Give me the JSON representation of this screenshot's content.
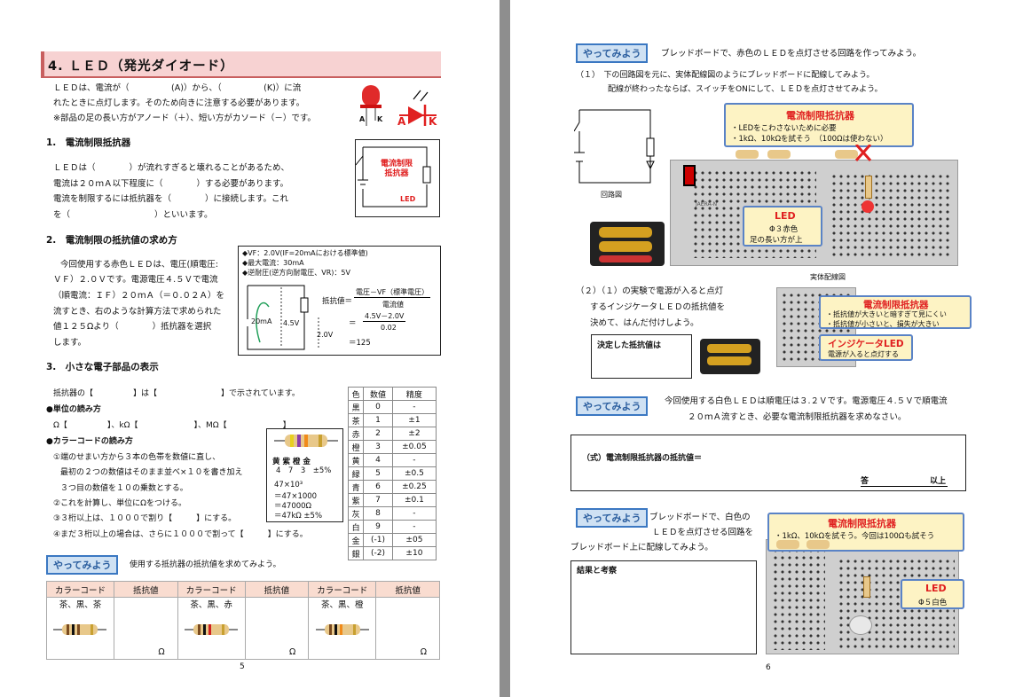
{
  "left": {
    "section_title": "4. ＬＥＤ（発光ダイオード）",
    "intro": [
      "ＬＥＤは、電流が（　　　　　(A)）から、（　　　　　(K)）に流",
      "れたときに点灯します。そのため向きに注意する必要があります。",
      "※部品の足の長い方がアノード（＋）、短い方がカソード（－）です。"
    ],
    "led_labels": {
      "a": "A",
      "k": "K"
    },
    "sub1_title": "1.　電流制限抵抗器",
    "sub1_text": [
      "ＬＥＤは（　　　　）が流れすぎると壊れることがあるため、",
      "電流は２０ｍＡ以下程度に（　　　　）する必要があります。",
      "電流を制限するには抵抗器を（　　　　）に接続します。これ",
      "を（　　　　　　　　　　）といいます。"
    ],
    "circuit_label": "電流制限\n抵抗器",
    "circuit_led": "LED",
    "sub2_title": "2.　電流制限の抵抗値の求め方",
    "sub2_text": [
      "今回使用する赤色ＬＥＤは、電圧(順電圧:",
      "ＶＦ）２.０Ｖです。電源電圧４.５Ｖで電流",
      "（順電流：ＩＦ）２０ｍＡ（＝０.０２Ａ）を",
      "流すとき、右のような計算方法で求められた",
      "値１２５Ωより（　　　　）抵抗器を選択",
      "します。"
    ],
    "calc_specs": [
      "◆VF：2.0V(IF=20mAにおける標準値)",
      "◆最大電流：30mA",
      "◆逆耐圧(逆方向耐電圧、VR)：5V"
    ],
    "calc_circuit": {
      "current": "20mA",
      "supply": "4.5V",
      "vf": "2.0V"
    },
    "calc_formula": {
      "label": "抵抗値＝",
      "num1": "電圧－VF（標準電圧）",
      "den1": "電流値",
      "eq2": "＝",
      "num2": "4.5V－2.0V",
      "den2": "0.02",
      "eq3": "＝125"
    },
    "sub3_title": "3.　小さな電子部品の表示",
    "sub3_lines": [
      "抵抗器の【　　　　　】は【　　　　　　　　】で示されています。",
      "●単位の読み方",
      "Ω【　　　　　】、kΩ【　　　　　　　】、MΩ【　　　　　　　】",
      "●カラーコードの読み方",
      "①端のせまい方から３本の色帯を数値に直し、",
      "最初の２つの数値はそのまま並べ×１０を書き加え",
      "３つ目の数値を１０の乗数とする。",
      "②これを計算し、単位にΩをつける。",
      "③３桁以上は、１０００で割り【　　　】にする。",
      "④まだ３桁以上の場合は、さらに１０００で割って【　　　】にする。"
    ],
    "color_example": {
      "colors": "黄 紫 橙 金",
      "digits": "4　7　3　±5%",
      "calc": [
        "47×10³",
        "＝47×1000",
        "＝47000Ω",
        "＝47kΩ ±5%"
      ]
    },
    "color_table": {
      "headers": [
        "色",
        "数値",
        "精度"
      ],
      "rows": [
        [
          "黒",
          "0",
          "-"
        ],
        [
          "茶",
          "1",
          "±1"
        ],
        [
          "赤",
          "2",
          "±2"
        ],
        [
          "橙",
          "3",
          "±0.05"
        ],
        [
          "黄",
          "4",
          "-"
        ],
        [
          "緑",
          "5",
          "±0.5"
        ],
        [
          "青",
          "6",
          "±0.25"
        ],
        [
          "紫",
          "7",
          "±0.1"
        ],
        [
          "灰",
          "8",
          "-"
        ],
        [
          "白",
          "9",
          "-"
        ],
        [
          "金",
          "(-1)",
          "±05"
        ],
        [
          "銀",
          "(-2)",
          "±10"
        ]
      ]
    },
    "yatte_label": "やってみよう",
    "yatte_text": "使用する抵抗器の抵抗値を求めてみよう。",
    "rz_headers": [
      "カラーコード",
      "抵抗値",
      "カラーコード",
      "抵抗値",
      "カラーコード",
      "抵抗値"
    ],
    "rz_codes": [
      "茶、黒、茶",
      "茶、黒、赤",
      "茶、黒、橙"
    ],
    "rz_unit": "Ω",
    "page_no": "5"
  },
  "right": {
    "yatte_label": "やってみよう",
    "y1_text": "ブレッドボードで、赤色のＬＥＤを点灯させる回路を作ってみよう。",
    "step1": [
      "（１）　下の回路図を元に、実体配線図のようにブレッドボードに配線してみよう。",
      "配線が終わったならば、スイッチをONにして、ＬＥＤを点灯させてみよう。"
    ],
    "label_circuit": "回路図",
    "label_wiring": "実体配線図",
    "callout1": {
      "title": "電流制限抵抗器",
      "lines": [
        "・LEDをこわさないために必要",
        "・1kΩ、10kΩを試そう　（100Ωは使わない）"
      ]
    },
    "callout_led": {
      "title": "LED",
      "lines": [
        "Φ３赤色",
        "足の長い方が上"
      ]
    },
    "board_brand": "JAERA-N",
    "step2": [
      "（２）（１）の実験で電源が入ると点灯",
      "するインジケータＬＥＤの抵抗値を",
      "決めて、はんだ付けしよう。"
    ],
    "decided_label": "決定した抵抗値は",
    "callout2": {
      "title": "電流制限抵抗器",
      "lines": [
        "・抵抗値が大きいと暗すぎて見にくい",
        "・抵抗値が小さいと、損失が大きい"
      ]
    },
    "callout_ind": {
      "title": "インジケータLED",
      "lines": [
        "電源が入ると点灯する"
      ]
    },
    "y2_text": [
      "今回使用する白色ＬＥＤは順電圧は３.２Ｖです。電源電圧４.５Ｖで順電流",
      "２０ｍＡ流すとき、必要な電流制限抵抗器を求めなさい。"
    ],
    "formula_label": "（式）電流制限抵抗器の抵抗値＝",
    "answer": {
      "label": "答",
      "unit": "以上"
    },
    "y3_text": [
      "ブレッドボードで、白色の",
      "ＬＥＤを点灯させる回路を",
      "ブレッドボード上に配線してみよう。"
    ],
    "result_label": "結果と考察",
    "callout3": {
      "title": "電流制限抵抗器",
      "lines": [
        "・1kΩ、10kΩを試そう。今回は100Ωも試そう"
      ]
    },
    "callout_led2": {
      "title": "LED",
      "lines": [
        "Φ５白色"
      ]
    },
    "page_no": "6"
  }
}
